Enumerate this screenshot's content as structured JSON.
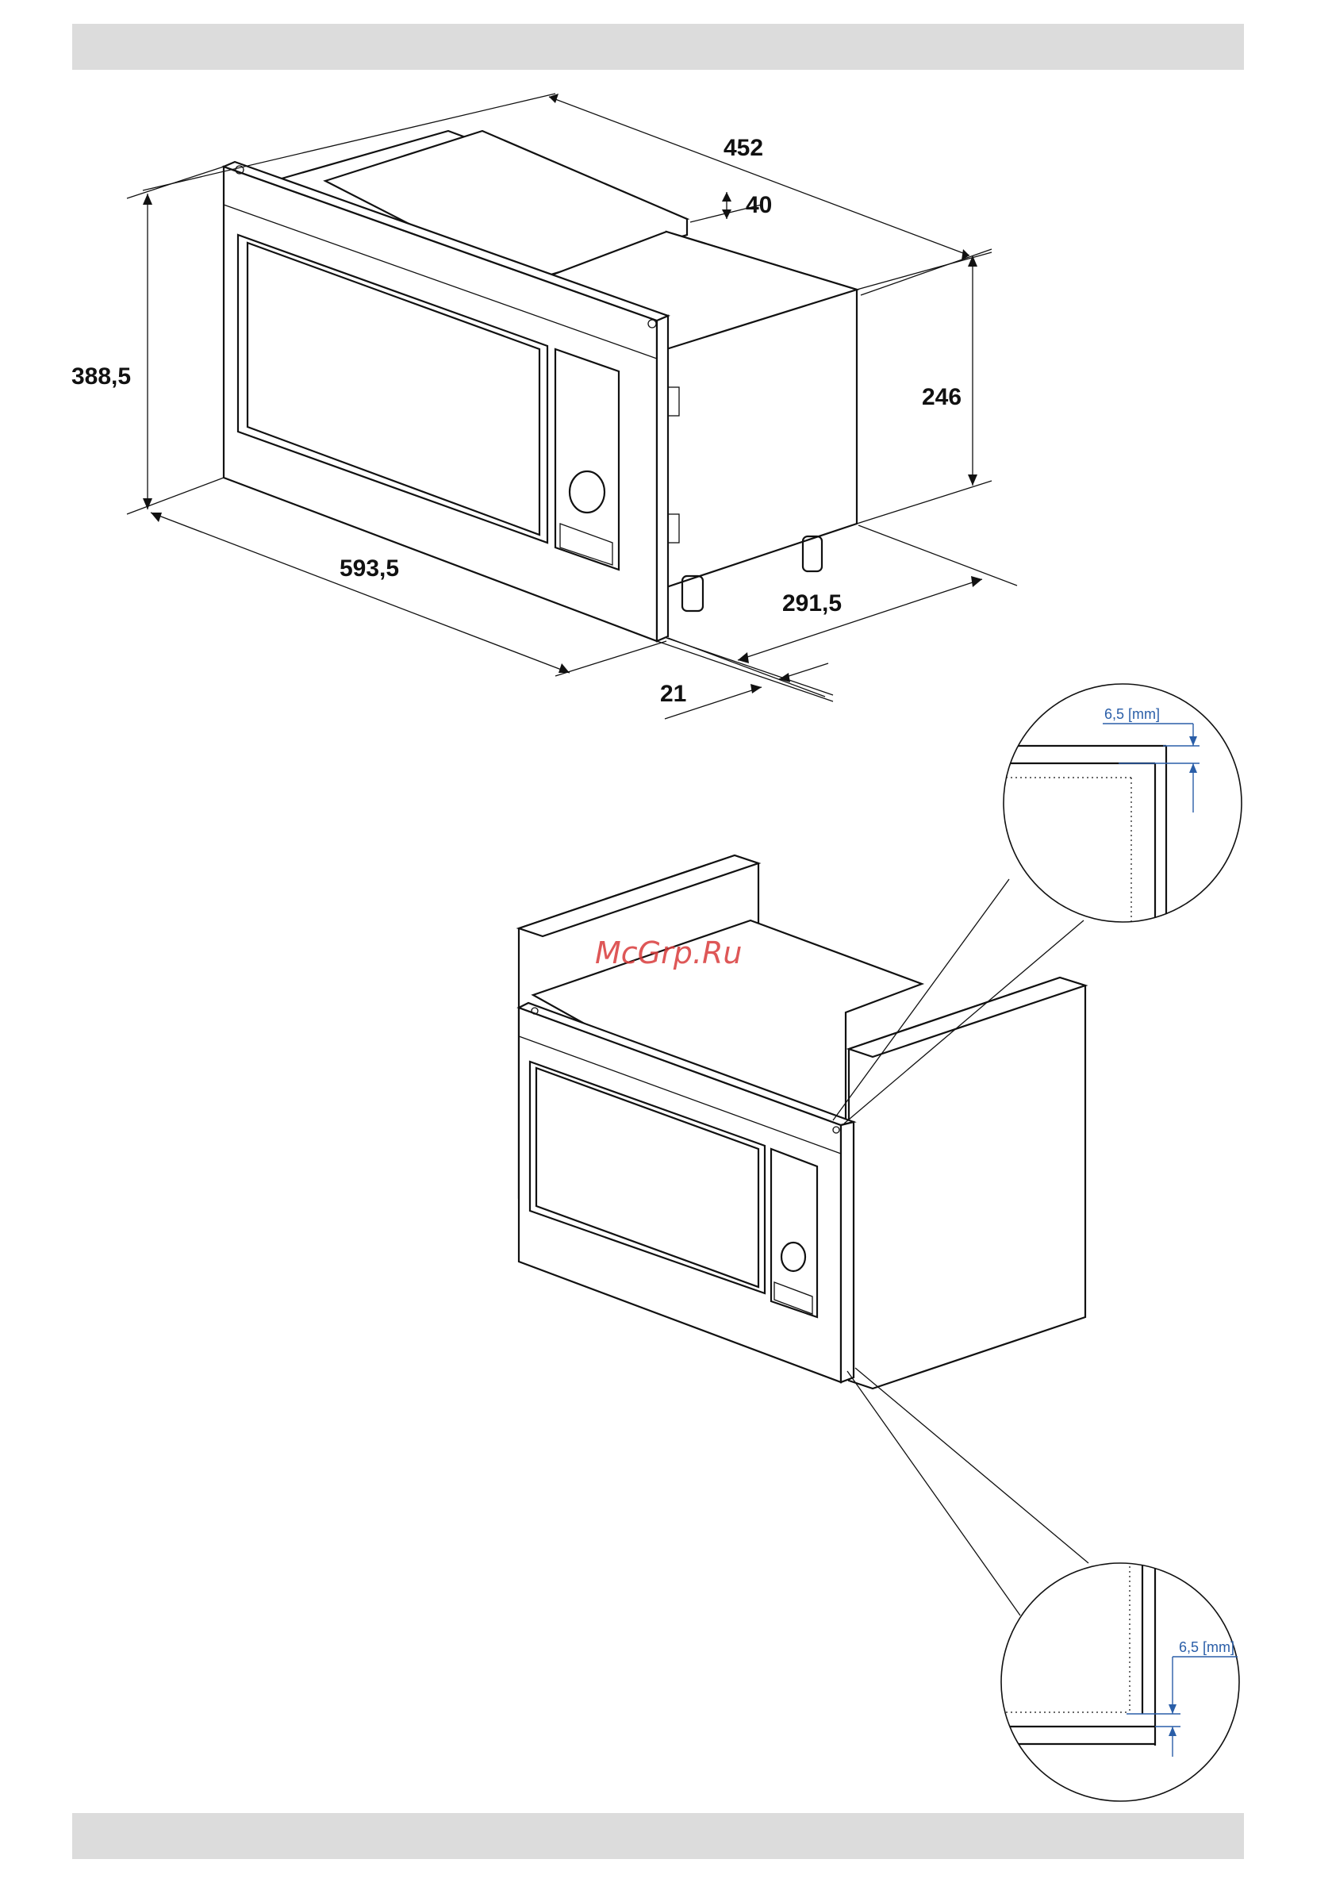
{
  "dimensions": {
    "depth_total": "452",
    "top_step": "40",
    "frame_height": "388,5",
    "body_height": "246",
    "frame_width": "593,5",
    "body_depth": "291,5",
    "frame_depth": "21"
  },
  "gap_callouts": {
    "top": "6,5 [mm]",
    "bottom": "6,5 [mm]"
  },
  "watermark": "McGrp.Ru",
  "colors": {
    "band": "#dcdcdc",
    "callout_blue": "#2a5ea8",
    "watermark_red": "#d93a3a"
  }
}
